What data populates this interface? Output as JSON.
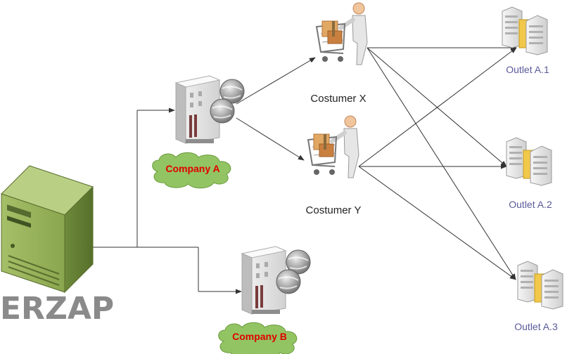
{
  "server": {
    "label": "ERZAP",
    "icon": "server-icon"
  },
  "companies": [
    {
      "id": "company-a",
      "label": "Company A",
      "icon": "office-building-globe-icon"
    },
    {
      "id": "company-b",
      "label": "Company B",
      "icon": "office-building-globe-icon"
    }
  ],
  "customers": [
    {
      "id": "customer-x",
      "label": "Costumer X",
      "icon": "shopping-cart-person-icon"
    },
    {
      "id": "customer-y",
      "label": "Costumer Y",
      "icon": "shopping-cart-person-icon"
    }
  ],
  "outlets": [
    {
      "id": "outlet-a1",
      "label": "Outlet A.1",
      "icon": "server-rack-icon"
    },
    {
      "id": "outlet-a2",
      "label": "Outlet A.2",
      "icon": "server-rack-icon"
    },
    {
      "id": "outlet-a3",
      "label": "Outlet A.3",
      "icon": "server-rack-icon"
    }
  ],
  "colors": {
    "server_green": "#8aa64e",
    "cloud_green": "#93c463",
    "company_text": "#e00000",
    "outlet_text": "#5a5a9a",
    "erzap_text": "#8a8a8a"
  }
}
